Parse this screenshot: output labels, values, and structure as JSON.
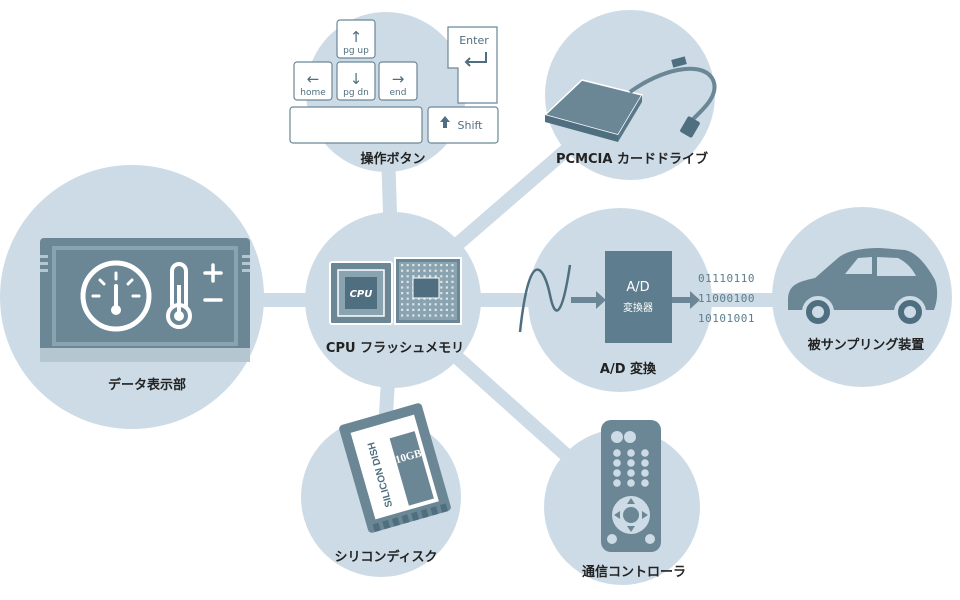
{
  "nodes": {
    "cpu": {
      "label": "CPU フラッシュメモリ",
      "chip_text": "CPU"
    },
    "buttons": {
      "label": "操作ボタン"
    },
    "pcmcia": {
      "label": "PCMCIA カードドライブ"
    },
    "ad": {
      "label": "A/D 変換",
      "box_title": "A/D",
      "box_sub": "変換器",
      "bits": [
        "01110110",
        "11000100",
        "10101001"
      ]
    },
    "target": {
      "label": "被サンプリング装置"
    },
    "display": {
      "label": "データ表示部"
    },
    "disk": {
      "label": "シリコンディスク",
      "brand": "SILICON DISH",
      "capacity": "10GB"
    },
    "remote": {
      "label": "通信コントローラ"
    }
  },
  "keys": {
    "pgup": "pg up",
    "home": "home",
    "pgdn": "pg dn",
    "end": "end",
    "enter": "Enter",
    "shift": "Shift"
  },
  "colors": {
    "circle": "#ccdbe5",
    "connector": "#ccdbe5",
    "device": "#6b8796",
    "device_dark": "#4f6f80",
    "label": "#222222"
  }
}
